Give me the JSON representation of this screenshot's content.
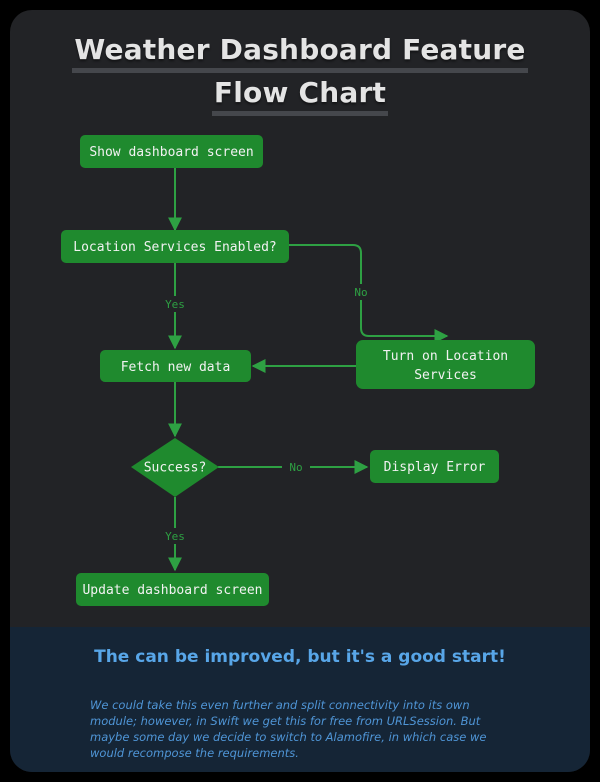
{
  "title": {
    "line1": "Weather Dashboard Feature",
    "line2": "Flow Chart"
  },
  "nodes": {
    "show_dashboard": "Show dashboard screen",
    "location_enabled": "Location Services Enabled?",
    "fetch_data": "Fetch new data",
    "turn_on_location_1": "Turn on Location",
    "turn_on_location_2": "Services",
    "success": "Success?",
    "display_error": "Display Error",
    "update_dashboard": "Update dashboard screen"
  },
  "edges": {
    "location_yes": "Yes",
    "location_no": "No",
    "success_no": "No",
    "success_yes": "Yes"
  },
  "colors": {
    "node_fill": "#1f8a2e",
    "edge": "#2ea043",
    "card_bg": "#222326",
    "footer_bg": "#152536",
    "footer_text": "#4f95d6"
  },
  "footer": {
    "heading": "The can be improved, but it's a good start!",
    "body": "We could take this even further and split connectivity into its own module; however, in Swift we get this for free from URLSession. But maybe some day we decide to switch to Alamofire, in which case we would recompose the requirements."
  }
}
